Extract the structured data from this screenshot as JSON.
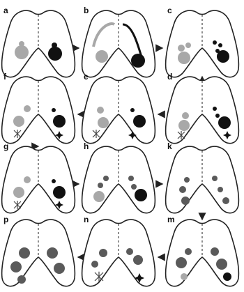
{
  "panels": [
    {
      "id": "a",
      "label": "a"
    },
    {
      "id": "b",
      "label": "b"
    },
    {
      "id": "c",
      "label": "c"
    },
    {
      "id": "d",
      "label": "d"
    },
    {
      "id": "e",
      "label": "e"
    },
    {
      "id": "f",
      "label": "f"
    },
    {
      "id": "g",
      "label": "g"
    },
    {
      "id": "h",
      "label": "h"
    },
    {
      "id": "k",
      "label": "k"
    },
    {
      "id": "m",
      "label": "m"
    },
    {
      "id": "n",
      "label": "n"
    },
    {
      "id": "p",
      "label": "p"
    }
  ],
  "flow": [
    "a",
    "b",
    "c",
    "d",
    "e",
    "f",
    "g",
    "h",
    "k",
    "m",
    "n",
    "p"
  ],
  "colors": {
    "outline": "#222222",
    "light_grey": "#a8a8a8",
    "dark_grey": "#5a5a5a",
    "black": "#111111"
  }
}
